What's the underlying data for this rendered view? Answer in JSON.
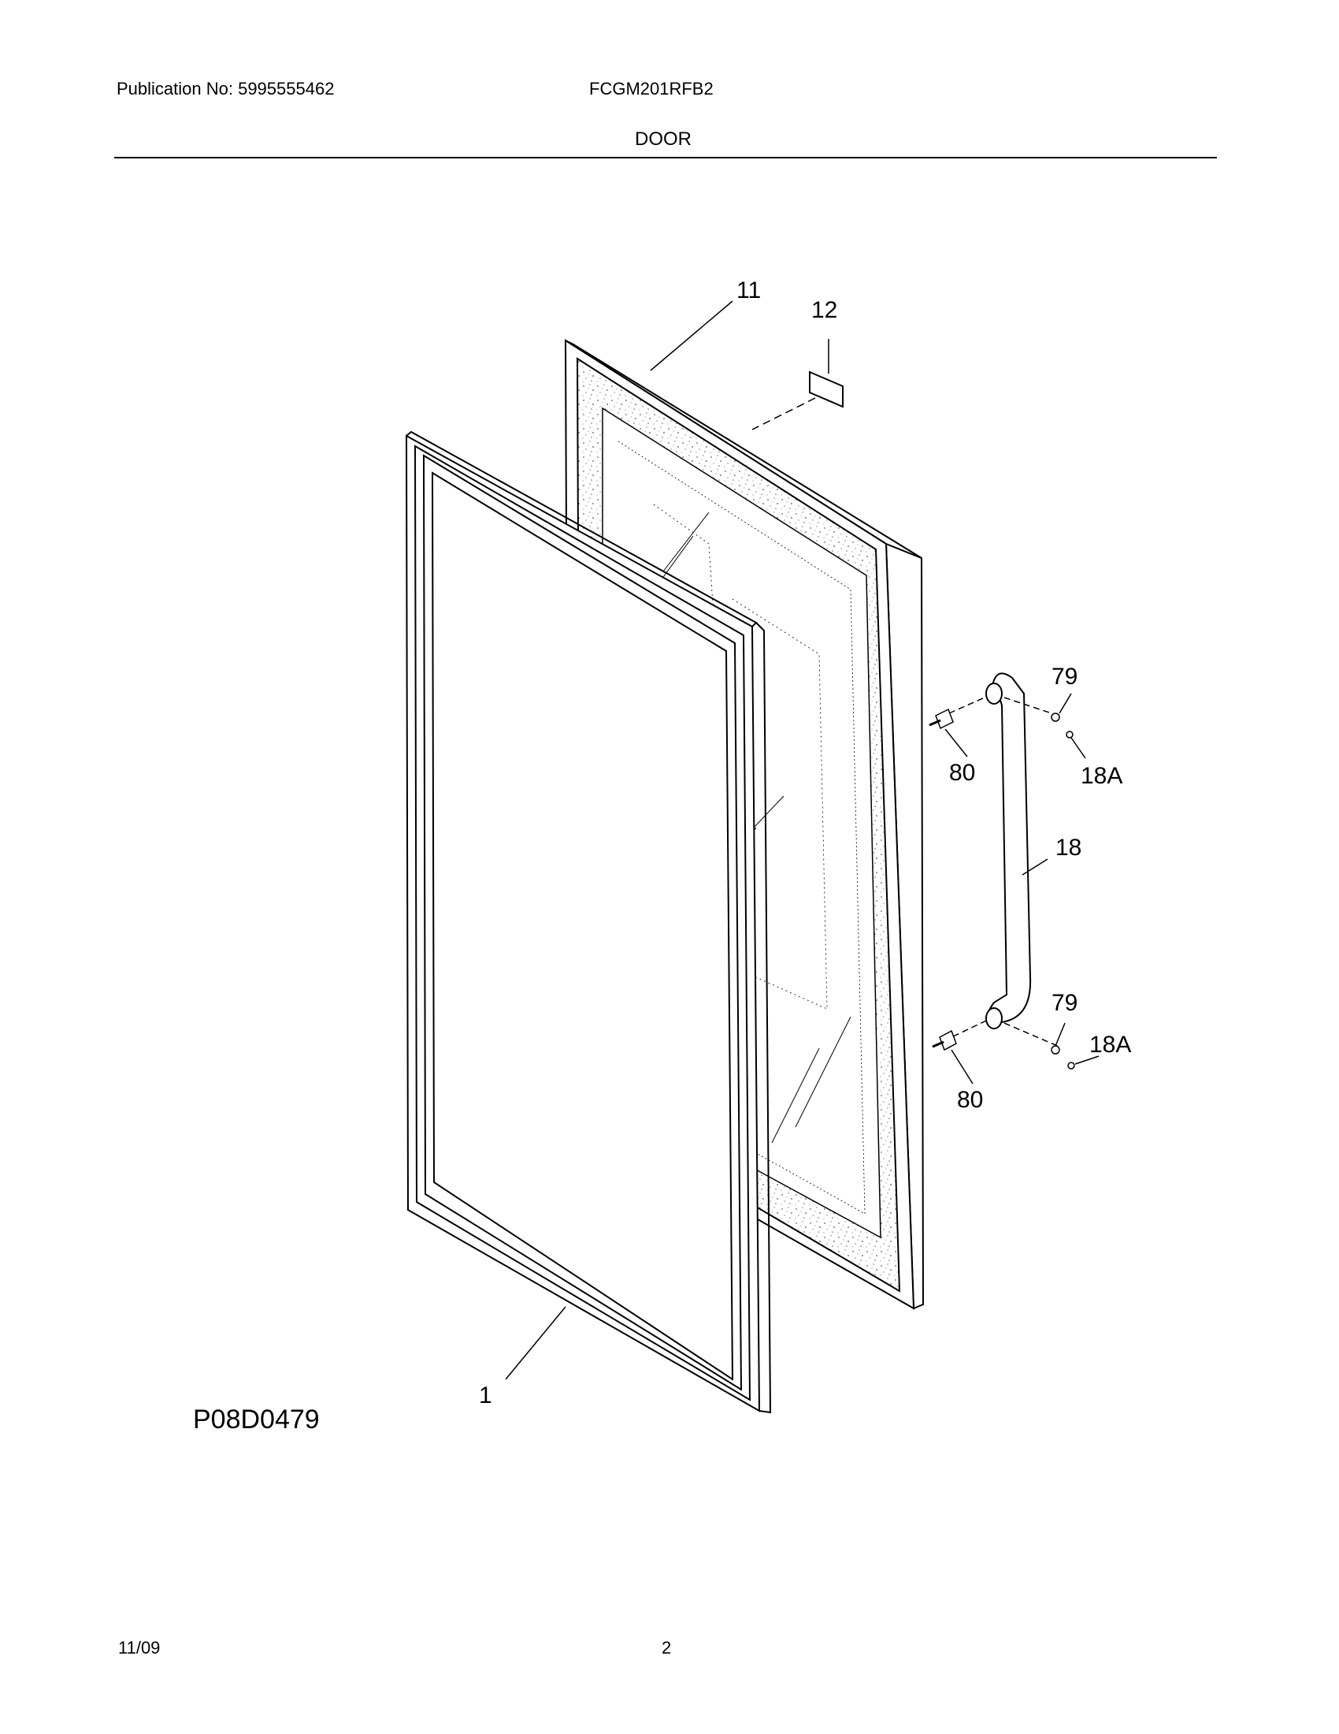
{
  "header": {
    "publication": "Publication No: 5995555462",
    "model": "FCGM201RFB2",
    "section_title": "DOOR"
  },
  "diagram": {
    "id": "P08D0479",
    "callouts": {
      "door": "11",
      "label": "12",
      "gasket": "1",
      "handle": "18",
      "screw_top": "79",
      "screw_bottom": "79",
      "plug_top": "18A",
      "plug_bottom": "18A",
      "stud_top": "80",
      "stud_bottom": "80"
    }
  },
  "footer": {
    "date": "11/09",
    "page": "2"
  }
}
